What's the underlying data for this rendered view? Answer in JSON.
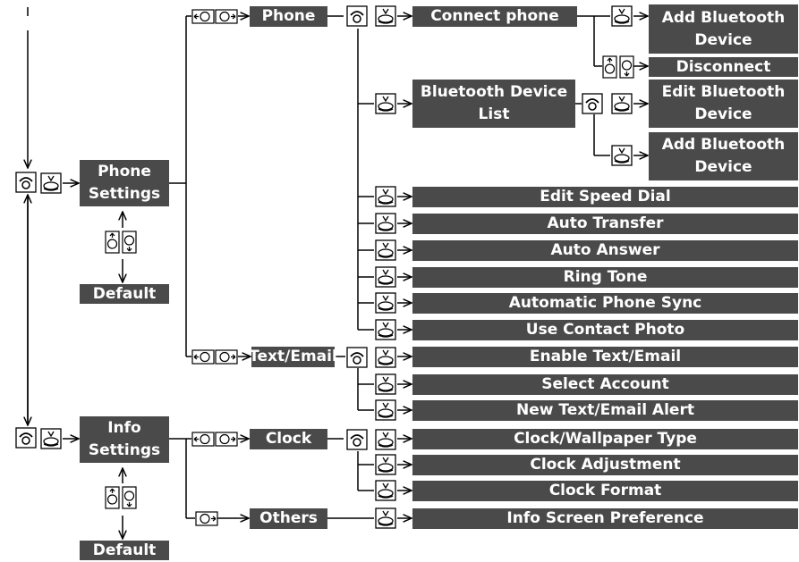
{
  "menu": {
    "phone_settings": "Phone\nSettings",
    "info_settings": "Info\nSettings",
    "default": "Default",
    "phone": "Phone",
    "text_email": "Text/Email",
    "clock": "Clock",
    "others": "Others"
  },
  "items": {
    "connect_phone": "Connect phone",
    "add_bt_device": "Add Bluetooth\nDevice",
    "disconnect": "Disconnect",
    "bt_device_list": "Bluetooth Device\nList",
    "edit_bt_device": "Edit Bluetooth\nDevice",
    "edit_speed_dial": "Edit Speed Dial",
    "auto_transfer": "Auto Transfer",
    "auto_answer": "Auto Answer",
    "ring_tone": "Ring Tone",
    "automatic_phone_sync": "Automatic Phone Sync",
    "use_contact_photo": "Use Contact Photo",
    "enable_text_email": "Enable Text/Email",
    "select_account": "Select Account",
    "new_text_email_alert": "New Text/Email Alert",
    "clock_wallpaper_type": "Clock/Wallpaper Type",
    "clock_adjustment": "Clock Adjustment",
    "clock_format": "Clock Format",
    "info_screen_preference": "Info Screen Preference"
  },
  "icons": {
    "phone_button": "phone-button-icon",
    "selector_press": "selector-press-icon",
    "rotate": "selector-rotate-icon",
    "knob_up_down": "selector-up-down-icon",
    "selector_push": "selector-push-icon"
  },
  "colors": {
    "box": "#4a4a4a",
    "line": "#000000"
  }
}
